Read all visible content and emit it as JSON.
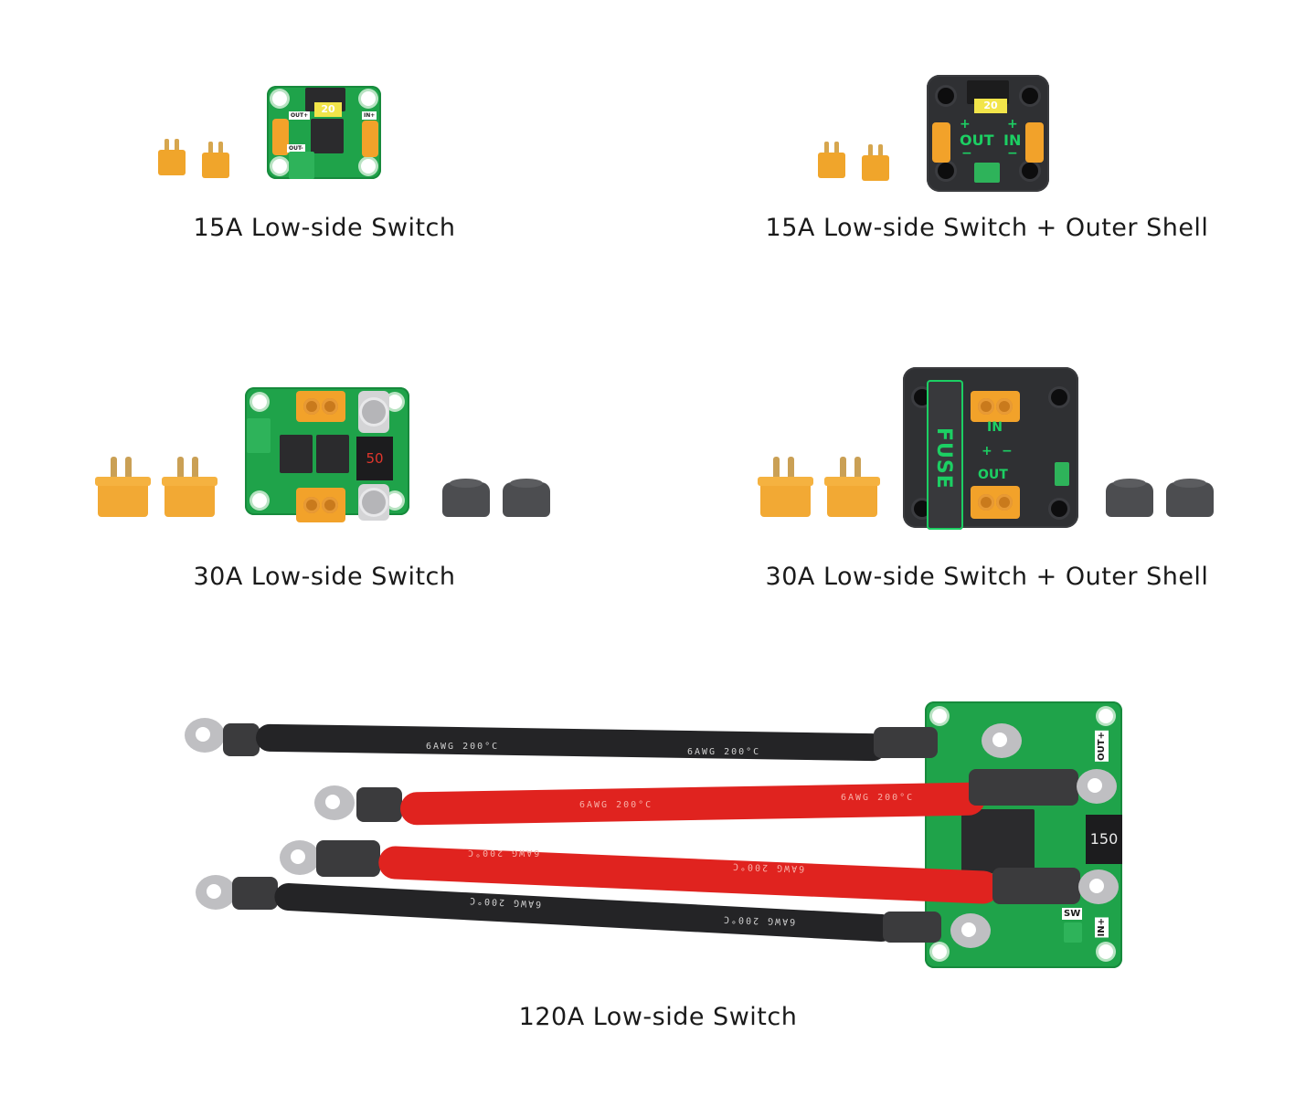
{
  "products": [
    {
      "id": "15a",
      "caption": "15A Low-side Switch",
      "fuse_rating": "20",
      "pcb_labels": [
        "OUT+",
        "OUT-",
        "IN+"
      ]
    },
    {
      "id": "15a-shell",
      "caption": "15A Low-side Switch + Outer Shell",
      "fuse_rating": "20",
      "shell_labels": {
        "out": "OUT",
        "in": "IN",
        "plus": "+",
        "minus": "−"
      }
    },
    {
      "id": "30a",
      "caption": "30A Low-side Switch",
      "fuse_rating": "50"
    },
    {
      "id": "30a-shell",
      "caption": "30A Low-side Switch + Outer Shell",
      "shell_labels": {
        "fuse": "FUSE",
        "in": "IN",
        "out": "OUT",
        "plus": "+",
        "minus": "−"
      }
    },
    {
      "id": "120a",
      "caption": "120A Low-side Switch",
      "fuse_rating": "150",
      "pcb_labels": {
        "out": "OUT+",
        "in": "IN+",
        "sw": "SW"
      },
      "cable_label": "6AWG  200°C"
    }
  ],
  "colors": {
    "pcb_green": "#1fa34a",
    "connector_yellow": "#f2a934",
    "shell_black": "#2f3033",
    "silk_green": "#1ccf63",
    "cable_red": "#e0231f",
    "cable_black": "#242426"
  }
}
